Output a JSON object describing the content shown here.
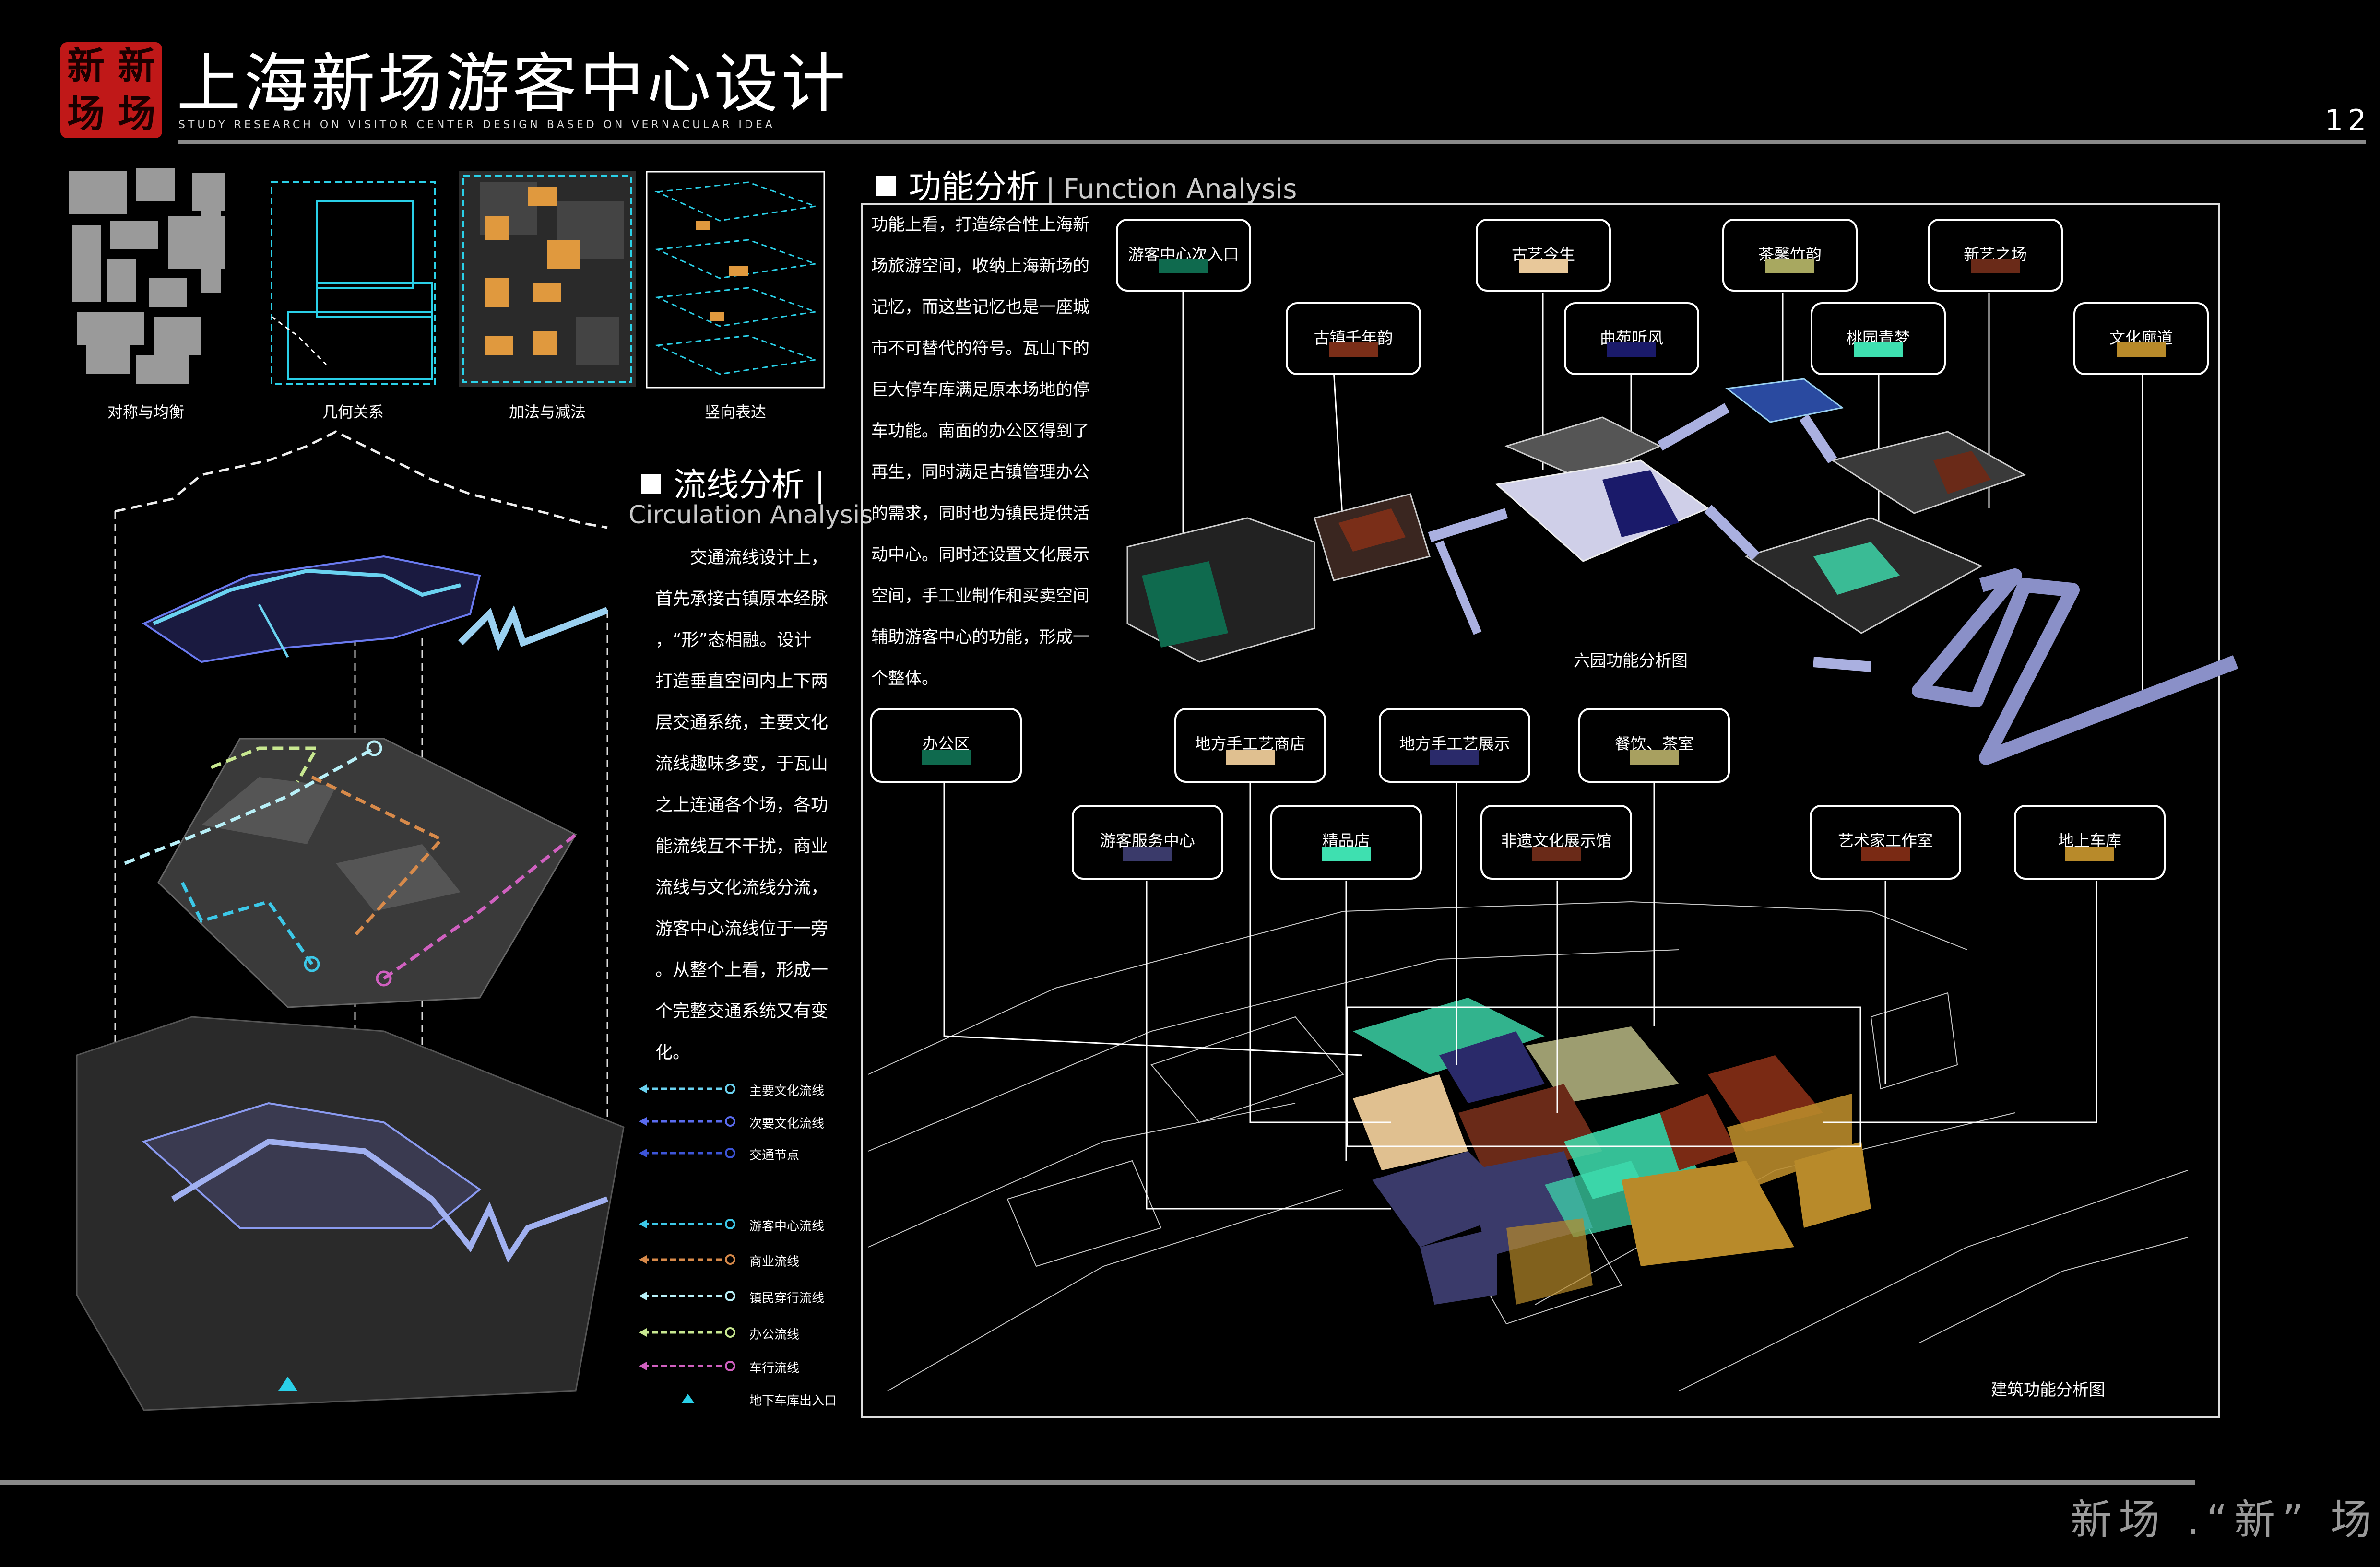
{
  "header": {
    "logo_chars": [
      "新",
      "新",
      "场",
      "场"
    ],
    "title": "上海新场游客中心设计",
    "subtitle": "Study research on Visitor center design based on vernacular idea",
    "page_number": "12"
  },
  "concept_diagrams": [
    {
      "caption": "对称与均衡"
    },
    {
      "caption": "几何关系"
    },
    {
      "caption": "加法与减法"
    },
    {
      "caption": "竖向表达"
    }
  ],
  "circulation": {
    "title": "流线分析 |",
    "title_en": "Circulation Analysis",
    "paragraph": [
      "交通流线设计上，",
      "首先承接古镇原本经脉",
      "，“形”态相融。设计",
      "打造垂直空间内上下两",
      "层交通系统，主要文化",
      "流线趣味多变，于瓦山",
      "之上连通各个场，各功",
      "能流线互不干扰，商业",
      "流线与文化流线分流，",
      "游客中心流线位于一旁",
      "。从整个上看，形成一",
      "个完整交通系统又有变",
      "化。"
    ],
    "legend": [
      {
        "label": "主要文化流线",
        "color": "#6ad2f0",
        "kind": "line"
      },
      {
        "label": "次要文化流线",
        "color": "#5a6cf0",
        "kind": "line"
      },
      {
        "label": "交通节点",
        "color": "#3d55d8",
        "kind": "line"
      },
      {
        "label": "游客中心流线",
        "color": "#3cc8e8",
        "kind": "line"
      },
      {
        "label": "商业流线",
        "color": "#d88a4a",
        "kind": "line"
      },
      {
        "label": "镇民穿行流线",
        "color": "#b8f0f8",
        "kind": "line"
      },
      {
        "label": "办公流线",
        "color": "#c8e890",
        "kind": "line"
      },
      {
        "label": "车行流线",
        "color": "#d060c0",
        "kind": "line"
      },
      {
        "label": "地下车库出入口",
        "color": "#2ad0e8",
        "kind": "triangle"
      }
    ]
  },
  "function": {
    "title": "功能分析",
    "title_en": "| Function Analysis",
    "paragraph": [
      "功能上看，打造综合性上海新",
      "场旅游空间，收纳上海新场的",
      "记忆，而这些记忆也是一座城",
      "市不可替代的符号。瓦山下的",
      "巨大停车库满足原本场地的停",
      "车功能。南面的办公区得到了",
      "再生，同时满足古镇管理办公",
      "的需求，同时也为镇民提供活",
      "动中心。同时还设置文化展示",
      "空间，手工业制作和买卖空间",
      "辅助游客中心的功能，形成一",
      "个整体。"
    ],
    "upper_caption": "六园功能分析图",
    "lower_caption": "建筑功能分析图",
    "upper_boxes": [
      {
        "label": "游客中心次入口",
        "color": "#0f6a4e"
      },
      {
        "label": "古艺今生",
        "color": "#e8c89a"
      },
      {
        "label": "茶馨竹韵",
        "color": "#a8a860"
      },
      {
        "label": "新艺之场",
        "color": "#6a2a18"
      },
      {
        "label": "古镇千年韵",
        "color": "#7a2e18"
      },
      {
        "label": "曲苑听风",
        "color": "#1a1a6a"
      },
      {
        "label": "桃园青梦",
        "color": "#3ee0b0"
      },
      {
        "label": "文化廊道",
        "color": "#b88a2a"
      }
    ],
    "lower_boxes": [
      {
        "label": "办公区",
        "color": "#0f6a4e"
      },
      {
        "label": "地方手工艺商店",
        "color": "#e0c090"
      },
      {
        "label": "地方手工艺展示",
        "color": "#2a2a6a"
      },
      {
        "label": "餐饮、茶室",
        "color": "#a8a060"
      },
      {
        "label": "游客服务中心",
        "color": "#3a3a6a"
      },
      {
        "label": "精品店",
        "color": "#3ee0b0"
      },
      {
        "label": "非遗文化展示馆",
        "color": "#6a2a18"
      },
      {
        "label": "艺术家工作室",
        "color": "#7a2a14"
      },
      {
        "label": "地上车库",
        "color": "#b88a2a"
      }
    ]
  },
  "footer": {
    "text": "新场 .“新” 场"
  }
}
